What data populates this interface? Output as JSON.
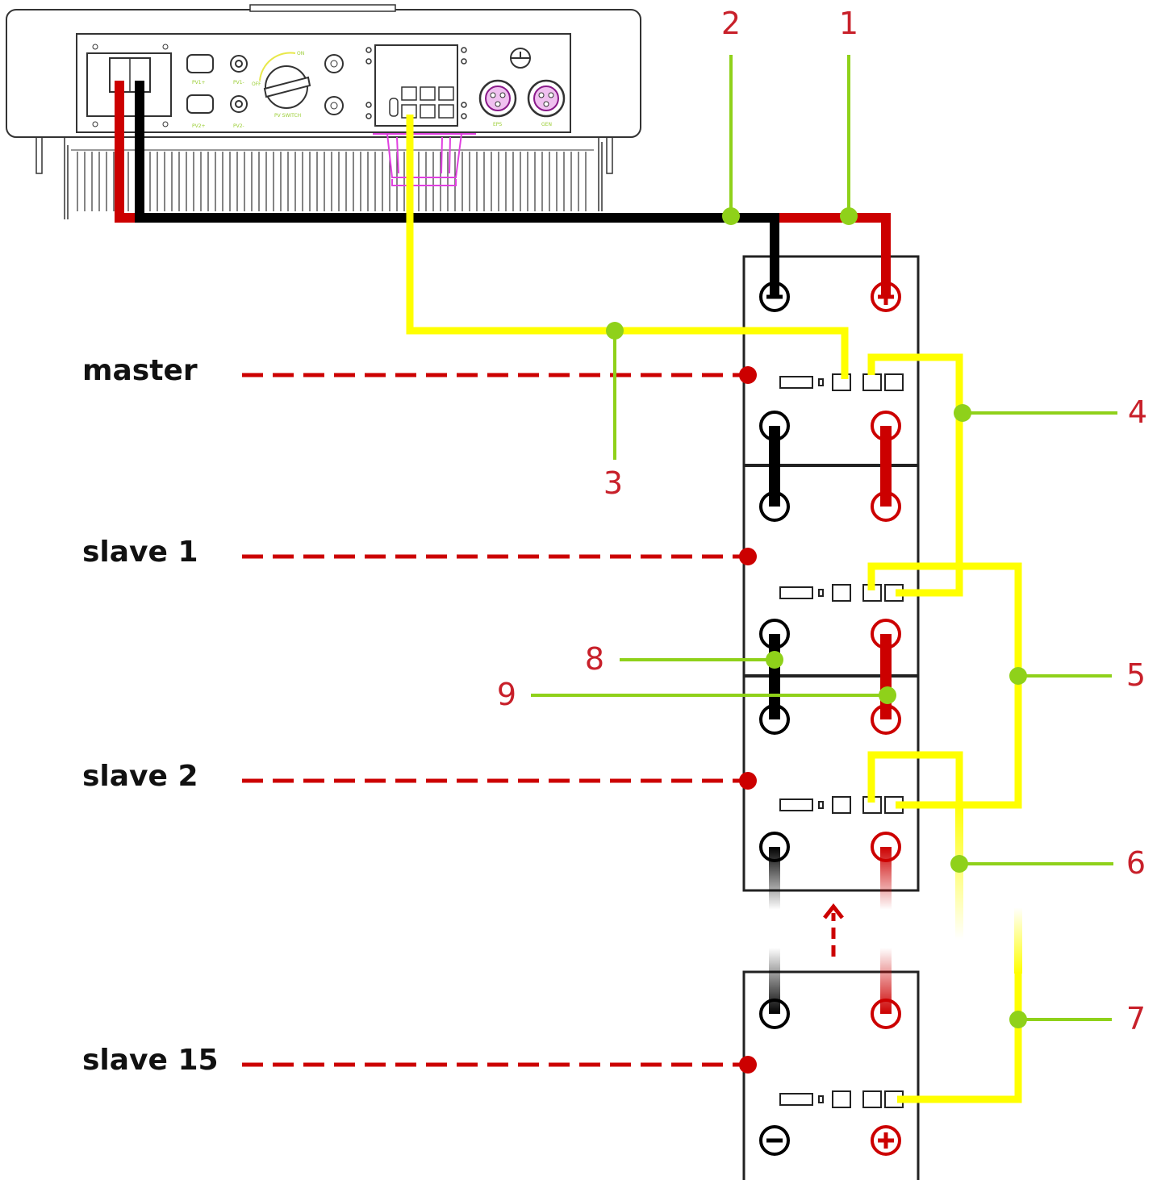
{
  "roles": [
    {
      "id": "master",
      "label": "master"
    },
    {
      "id": "slave1",
      "label": "slave 1"
    },
    {
      "id": "slave2",
      "label": "slave 2"
    },
    {
      "id": "slave15",
      "label": "slave 15"
    }
  ],
  "callouts": [
    "1",
    "2",
    "3",
    "4",
    "5",
    "6",
    "7",
    "8",
    "9"
  ],
  "inverter": {
    "port_labels": [
      "PV1+",
      "PV1-",
      "PV2+",
      "PV2-",
      "ON",
      "OFF",
      "PV SWITCH",
      "EPS",
      "GEN"
    ]
  },
  "colors": {
    "positive_cable": "#cc0000",
    "negative_cable": "#000000",
    "comm_cable": "#ffff00",
    "callout_line": "#8fd11a",
    "callout_text": "#c8202a",
    "role_line": "#cc0000"
  },
  "icons": {
    "terminal_positive": "plus-terminal-icon",
    "terminal_negative": "minus-terminal-icon",
    "expansion_arrow": "arrow-up-icon"
  }
}
